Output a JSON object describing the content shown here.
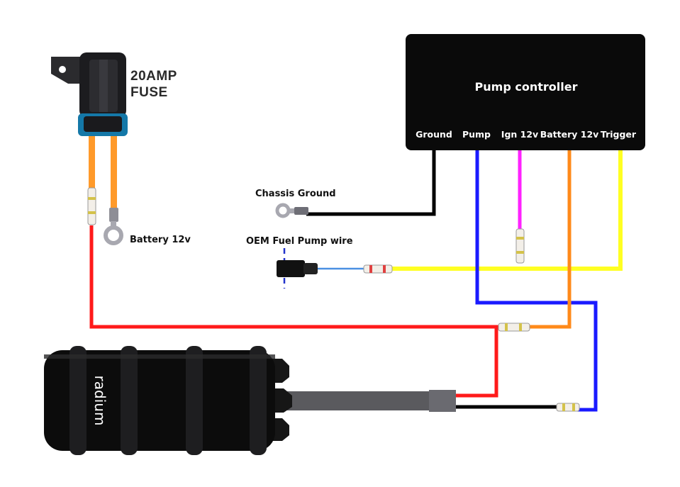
{
  "controller": {
    "title": "Pump controller",
    "terminals": [
      "Ground",
      "Pump",
      "Ign 12v",
      "Battery 12v",
      "Trigger"
    ]
  },
  "fuse": {
    "line1": "20AMP",
    "line2": "FUSE"
  },
  "labels": {
    "battery": "Battery 12v",
    "chassis_ground": "Chassis Ground",
    "oem_fuel_pump": "OEM Fuel Pump wire"
  },
  "pump": {
    "brand": "radium"
  },
  "colors": {
    "ground": "#000000",
    "pump": "#1a1aff",
    "ign": "#ff22ff",
    "battery": "#ff8a1a",
    "trigger": "#ffff22",
    "power": "#ff1a1a",
    "oem": "#4a90e2"
  }
}
